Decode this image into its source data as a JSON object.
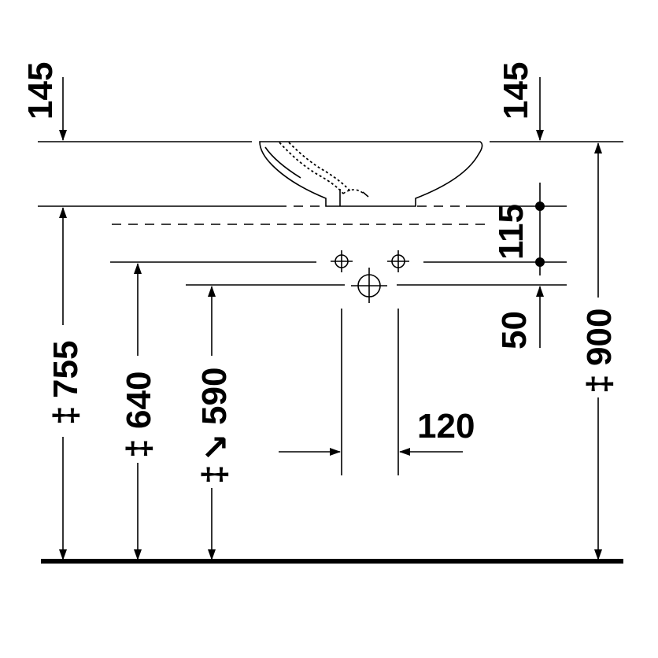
{
  "drawing": {
    "dimensions": {
      "top_left": "145",
      "top_right": "145",
      "overall_height": "900",
      "rim_height": "755",
      "upper_mount": "640",
      "lower_mount": "590",
      "hole_spacing_vertical": "115",
      "hole_offset": "50",
      "drain_spacing": "120"
    },
    "tolerance_symbol": "‡",
    "adjust_arrow_symbol": "↗"
  }
}
